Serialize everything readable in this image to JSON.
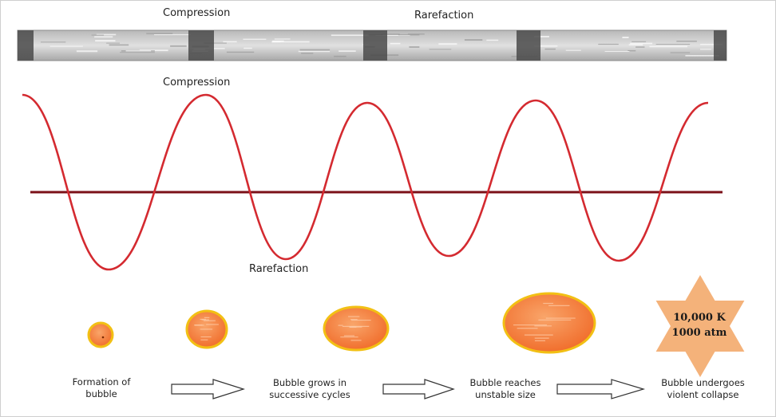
{
  "tube": {
    "label_compression": "Compression",
    "label_rarefaction": "Rarefaction"
  },
  "wave": {
    "label_compression": "Compression",
    "label_rarefaction": "Rarefaction"
  },
  "stages": [
    {
      "caption": "Formation of\nbubble"
    },
    {
      "caption": "Bubble grows in\nsuccessive cycles"
    },
    {
      "caption": "Bubble reaches\nunstable size"
    },
    {
      "caption": "Bubble undergoes\nviolent collapse"
    }
  ],
  "collapse": {
    "temperature": "10,000 K",
    "pressure": "1000 atm"
  },
  "colors": {
    "wave": "#d42a30",
    "axis": "#7b1018",
    "bubble_fill": "#f47a38",
    "bubble_border": "#f2c014",
    "star": "#f4b27a"
  }
}
